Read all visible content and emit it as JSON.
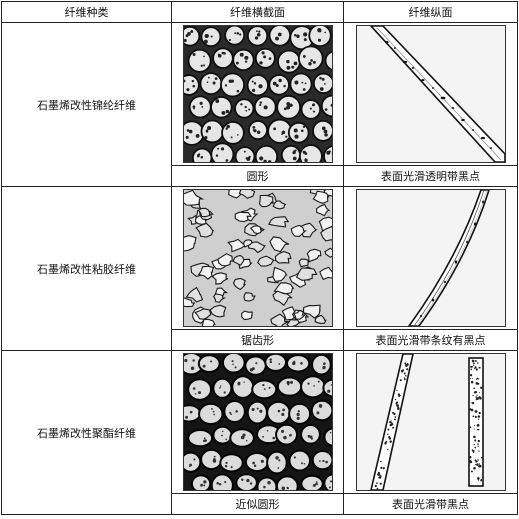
{
  "header": {
    "type_col": "纤维种类",
    "cross_col": "纤维横截面",
    "long_col": "纤维纵面"
  },
  "rows": [
    {
      "fiber": "石墨烯改性锦纶纤维",
      "cross_caption": "圆形",
      "long_caption": "表面光滑透明带黑点"
    },
    {
      "fiber": "石墨烯改性粘胶纤维",
      "cross_caption": "锯齿形",
      "long_caption": "表面光滑带条纹有黑点"
    },
    {
      "fiber": "石墨烯改性聚酯纤维",
      "cross_caption": "近似圆形",
      "long_caption": "表面光滑带黑点"
    }
  ],
  "colors": {
    "ink": "#111111",
    "micro_bg": "#d9d9d9",
    "micro_dark": "#1a1a1a"
  }
}
